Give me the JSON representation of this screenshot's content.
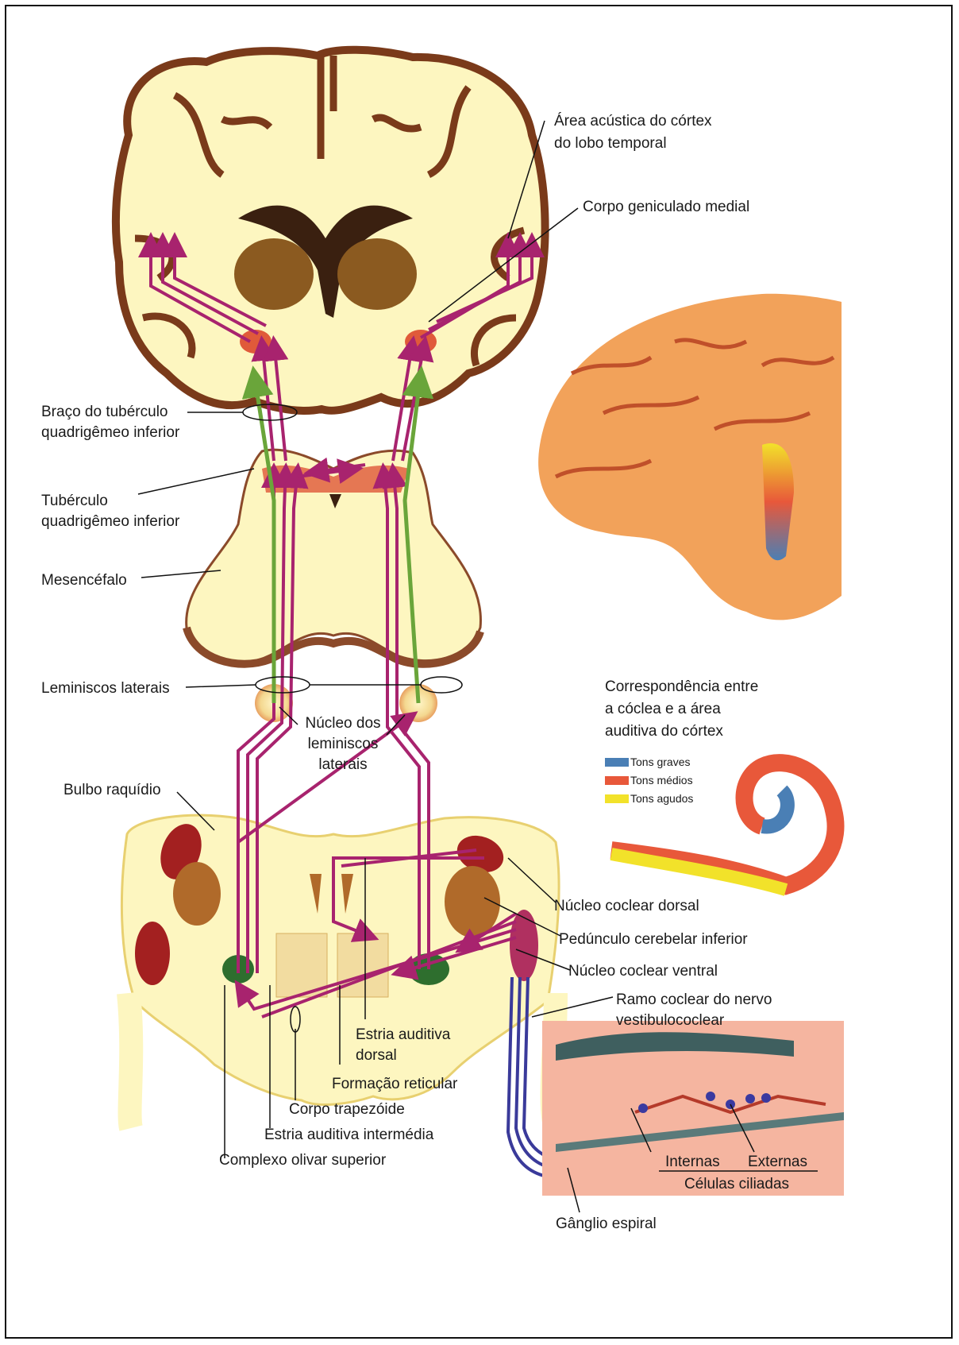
{
  "labels": {
    "area_acustica_1": "Área acústica do córtex",
    "area_acustica_2": "do lobo temporal",
    "corpo_geniculado": "Corpo geniculado medial",
    "braco_1": "Braço do tubérculo",
    "braco_2": "quadrigêmeo inferior",
    "tuberculo_1": "Tubérculo",
    "tuberculo_2": "quadrigêmeo inferior",
    "mesencefalo": "Mesencéfalo",
    "leminiscos_laterais": "Leminiscos laterais",
    "nucleo_leminiscos_1": "Núcleo dos",
    "nucleo_leminiscos_2": "leminiscos",
    "nucleo_leminiscos_3": "laterais",
    "bulbo": "Bulbo raquídio",
    "coclear_dorsal": "Núcleo coclear dorsal",
    "peduncle": "Pedúnculo cerebelar inferior",
    "coclear_ventral": "Núcleo coclear ventral",
    "ramo_1": "Ramo coclear do nervo",
    "ramo_2": "vestibulococlear",
    "estria_dorsal_1": "Estria auditiva",
    "estria_dorsal_2": "dorsal",
    "formacao_reticular": "Formação reticular",
    "corpo_trapezoide": "Corpo trapezóide",
    "estria_intermedia": "Estria auditiva intermédia",
    "complexo_olivar": "Complexo olivar superior",
    "internas": "Internas",
    "externas": "Externas",
    "celulas_ciliadas": "Células ciliadas",
    "ganglio": "Gânglio espiral",
    "corresp_1": "Correspondência entre",
    "corresp_2": "a cóclea e a área",
    "corresp_3": "auditiva do córtex"
  },
  "legend": [
    {
      "label": "Tons graves",
      "color": "#4a7fb5"
    },
    {
      "label": "Tons médios",
      "color": "#e8583a"
    },
    {
      "label": "Tons agudos",
      "color": "#f2e22a"
    }
  ],
  "colors": {
    "tissue": "#fdf6c0",
    "cortex_edge": "#8b4a2a",
    "pathway": "#a8236e",
    "green_path": "#6aa53a",
    "blue_path": "#3a3a9a",
    "brain_orange": "#f2a25a"
  }
}
